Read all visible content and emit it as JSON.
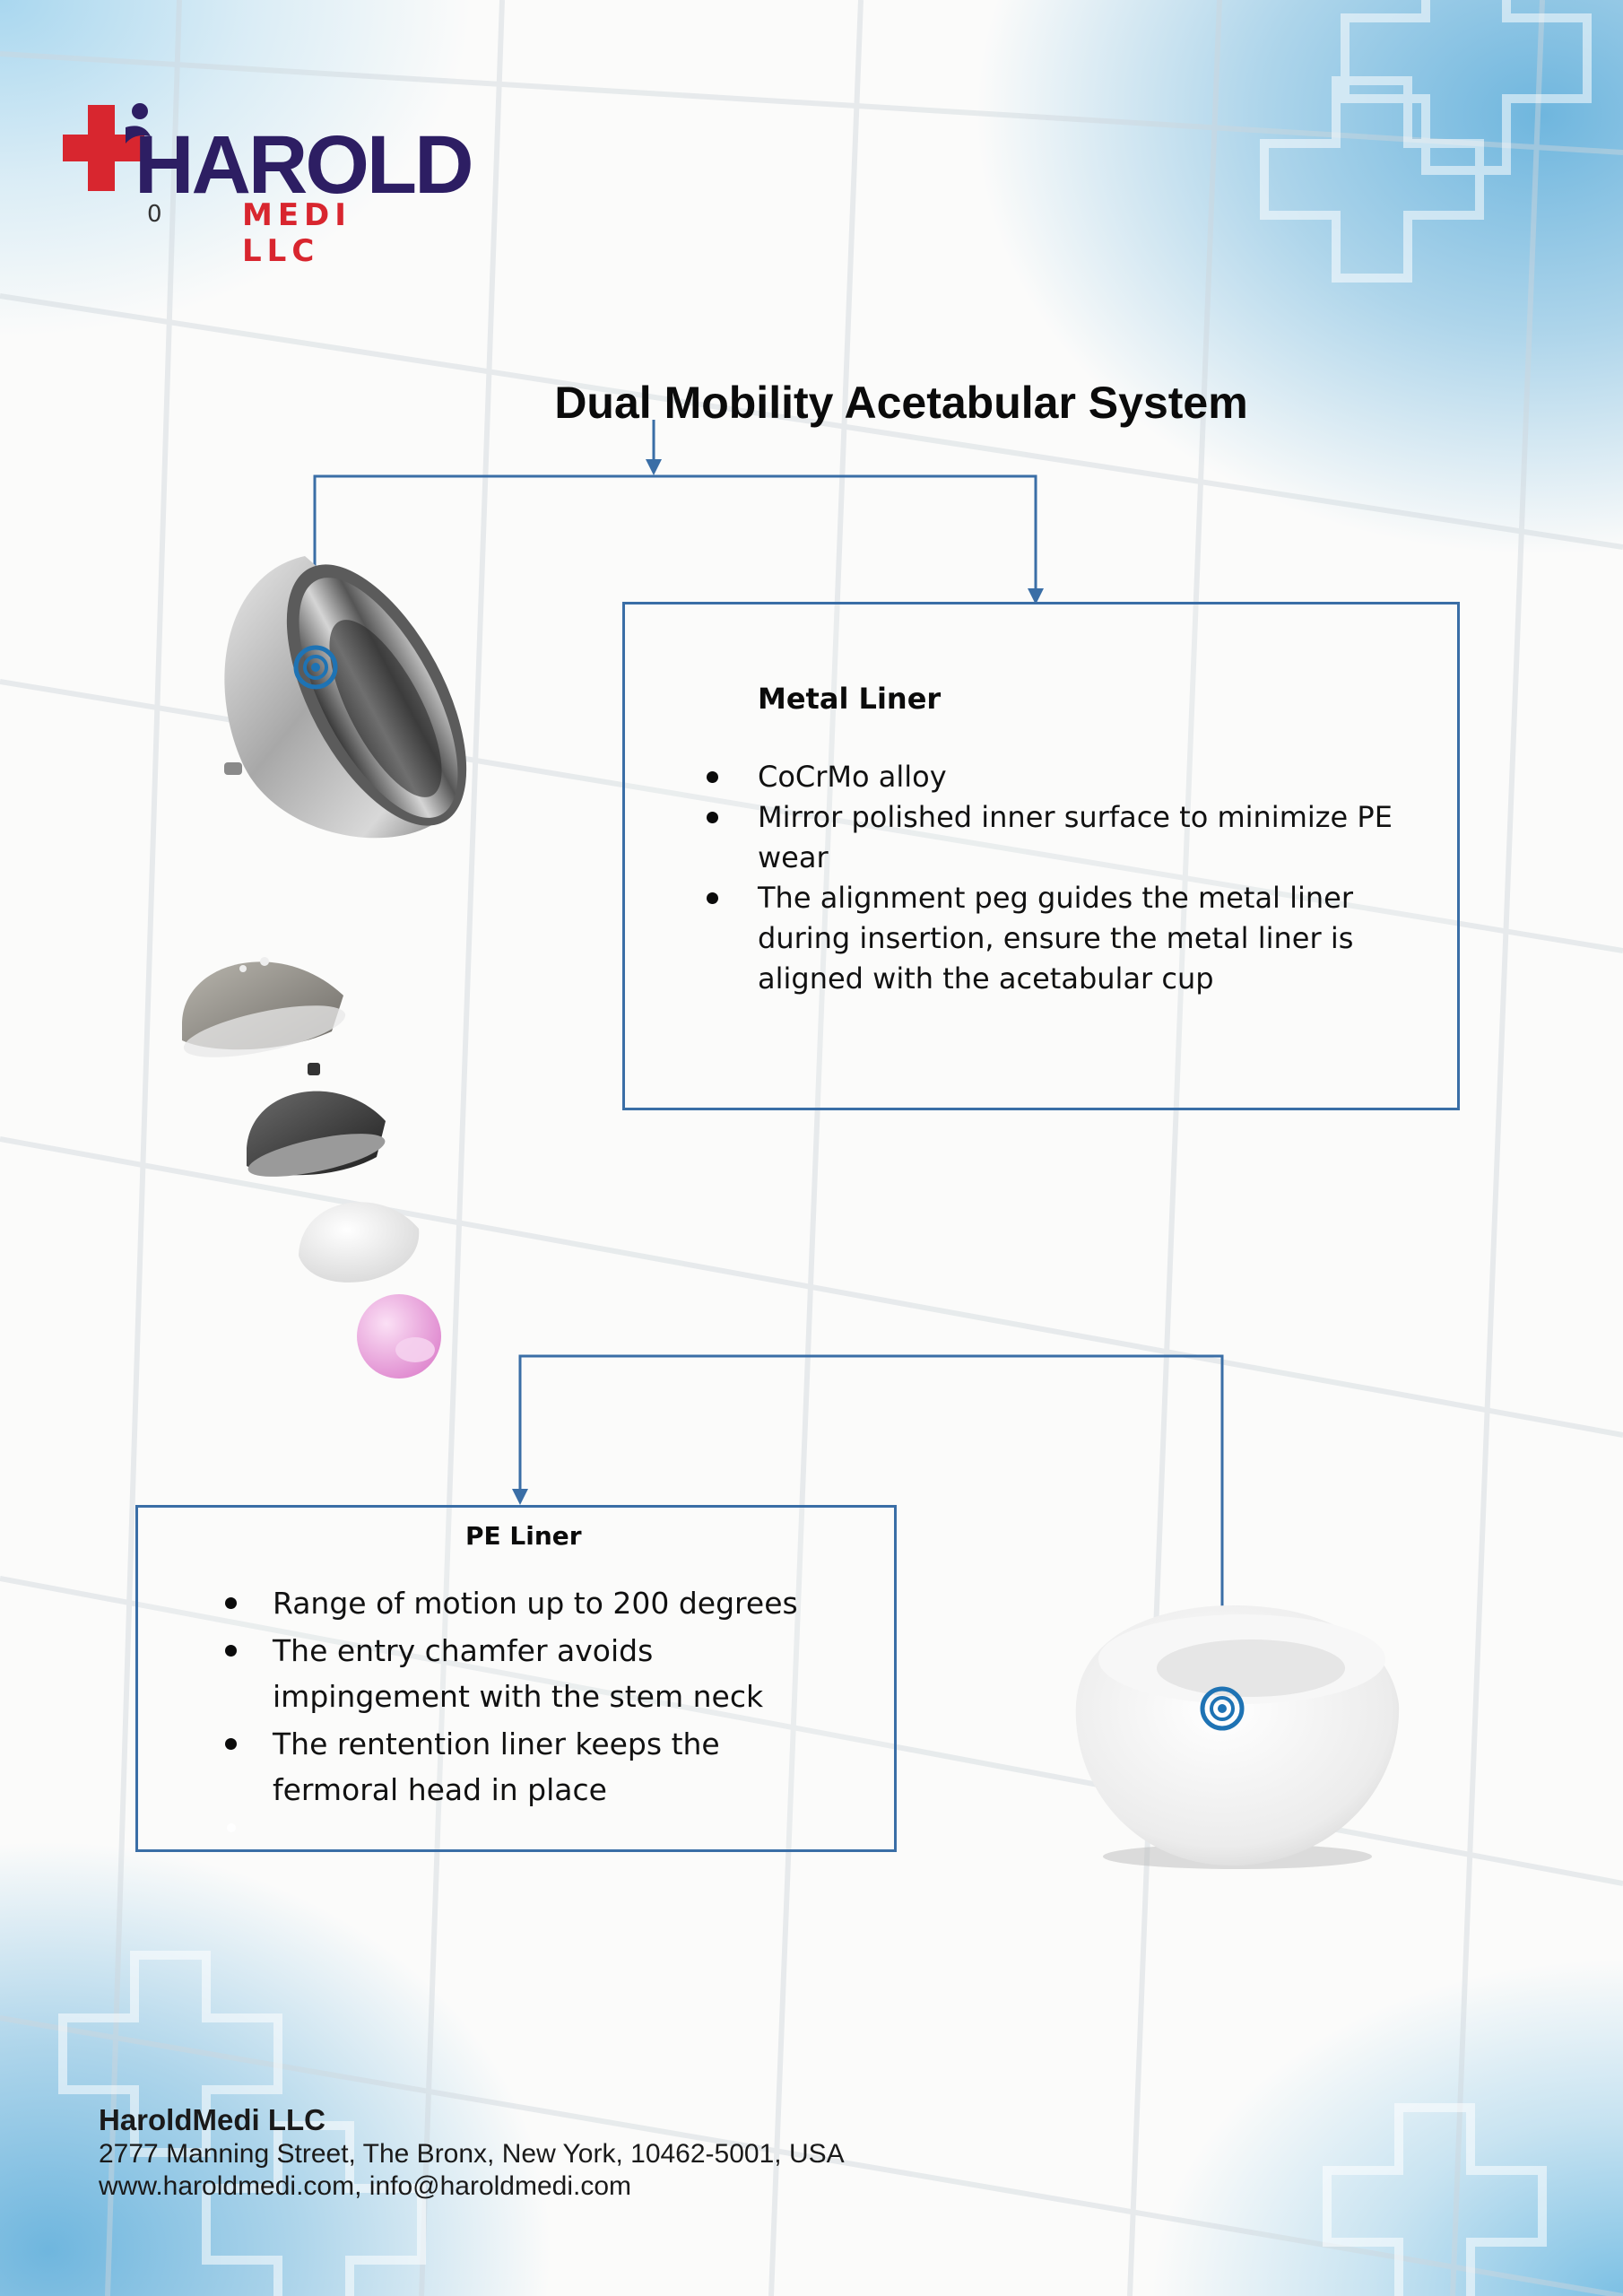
{
  "logo": {
    "word": "HAROLD",
    "sub": "MEDI LLC",
    "stray_mark": "0",
    "colors": {
      "navy": "#2d1e63",
      "red": "#d8262f"
    }
  },
  "title": "Dual Mobility Acetabular System",
  "metal_liner": {
    "heading": "Metal Liner",
    "bullets": [
      "CoCrMo alloy",
      "Mirror polished inner surface to minimize PE wear",
      "The alignment peg guides the metal liner during insertion, ensure the metal liner is aligned with the acetabular cup"
    ]
  },
  "pe_liner": {
    "heading": "PE Liner",
    "bullets": [
      "Range of motion up to 200 degrees",
      "The entry chamfer avoids impingement with the stem neck",
      "The rentention liner keeps the fermoral head in place"
    ]
  },
  "images": {
    "metal_cup": "metal-liner-cup-image",
    "exploded_stack": "exploded-component-stack-image",
    "pe_liner": "pe-liner-image"
  },
  "accent_color": "#3a6ea6",
  "footer": {
    "company": "HaroldMedi LLC",
    "address": "2777 Manning Street, The Bronx, New York, 10462-5001, USA",
    "contact": "www.haroldmedi.com, info@haroldmedi.com"
  }
}
